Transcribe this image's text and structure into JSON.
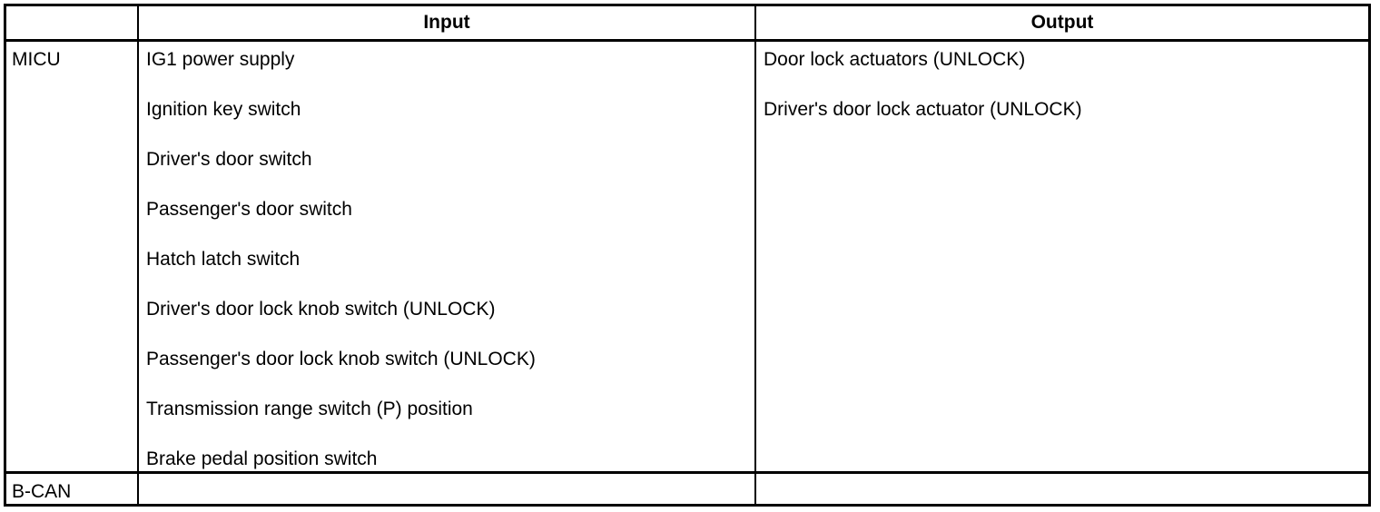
{
  "table": {
    "headers": {
      "corner": "",
      "input": "Input",
      "output": "Output"
    },
    "rows": [
      {
        "module": "MICU",
        "input_items": [
          "IG1 power supply",
          "Ignition key switch",
          "Driver's door switch",
          "Passenger's door switch",
          "Hatch latch switch",
          "Driver's door lock knob switch (UNLOCK)",
          "Passenger's door lock knob switch (UNLOCK)",
          "Transmission range switch (P) position",
          "Brake pedal position switch"
        ],
        "output_items": [
          "Door lock actuators (UNLOCK)",
          "Driver's door lock actuator (UNLOCK)"
        ]
      },
      {
        "module": "B-CAN",
        "input_items": [],
        "output_items": []
      }
    ]
  },
  "colors": {
    "border": "#000000",
    "text": "#000000",
    "background": "#ffffff"
  }
}
